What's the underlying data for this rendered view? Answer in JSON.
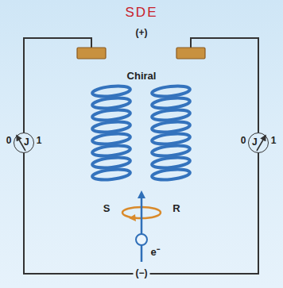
{
  "diagram": {
    "title": "SDE",
    "nodes": [
      {
        "text": [
          "J"
        ]
      },
      {
        "text": [
          "J"
        ]
      }
    ],
    "labels": [
      "(+)",
      "Chiral",
      "S",
      "R",
      "e⁻",
      "(−)",
      "0",
      "1",
      "0",
      "1"
    ]
  }
}
